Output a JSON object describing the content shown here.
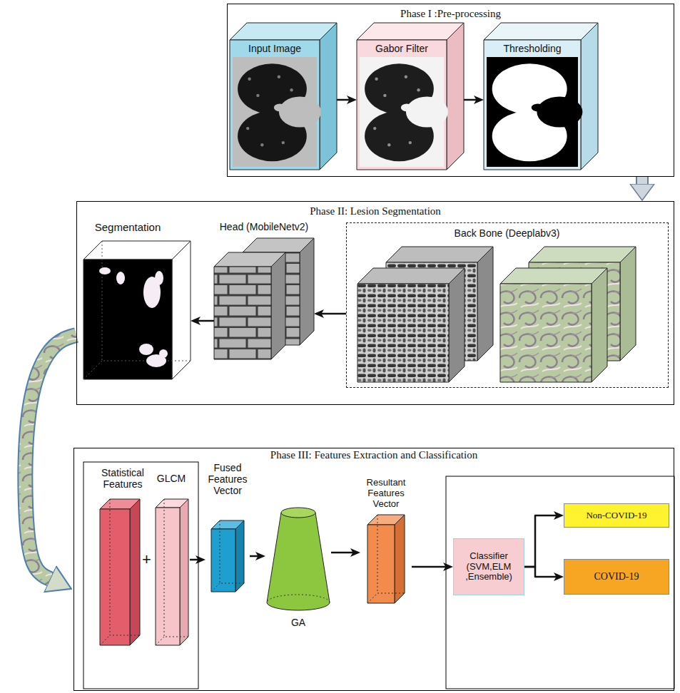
{
  "diagram": {
    "nodes": [
      {
        "text": [
          "Phase I :Pre-processing"
        ]
      },
      {
        "text": [
          "Input Image"
        ],
        "in": 0
      },
      {
        "text": [
          "Gabor Filter"
        ],
        "in": 0
      },
      {
        "text": [
          "Thresholding"
        ],
        "in": 0
      },
      {
        "text": [
          "Phase II: Lesion Segmentation"
        ]
      },
      {
        "text": [
          "Segmentation"
        ],
        "in": 4
      },
      {
        "text": [
          "Head (MobileNetv2)"
        ],
        "in": 4
      },
      {
        "text": [
          "Back Bone (Deeplabv3)"
        ],
        "in": 4
      },
      {
        "text": [
          "Phase III: Features Extraction and Classification"
        ]
      },
      {
        "text": [
          "Statistical Features"
        ],
        "in": 8
      },
      {
        "text": [
          "GLCM"
        ],
        "in": 8
      },
      {
        "text": [
          "Fused Features Vector"
        ],
        "in": 8
      },
      {
        "text": [
          "GA"
        ],
        "in": 8
      },
      {
        "text": [
          "Resultant Features Vector"
        ],
        "in": 8
      },
      {
        "text": [
          "Classifier (SVM,ELM ,Ensemble)"
        ],
        "in": 8
      },
      {
        "text": [
          "Non-COVID-19"
        ],
        "in": 8
      },
      {
        "text": [
          "COVID-19"
        ],
        "in": 8
      }
    ],
    "edges": [
      {
        "from": 1,
        "to": 2,
        "arrow": "to"
      },
      {
        "from": 2,
        "to": 3,
        "arrow": "to"
      },
      {
        "from": 0,
        "to": 4,
        "arrow": "to"
      },
      {
        "from": 7,
        "to": 6,
        "arrow": "to"
      },
      {
        "from": 6,
        "to": 5,
        "arrow": "to"
      },
      {
        "from": 4,
        "to": 8,
        "arrow": "to"
      },
      {
        "from": 10,
        "to": 11,
        "arrow": "to"
      },
      {
        "from": 11,
        "to": 12,
        "arrow": "to"
      },
      {
        "from": 12,
        "to": 13,
        "arrow": "to"
      },
      {
        "from": 13,
        "to": 14,
        "arrow": "to"
      },
      {
        "from": 14,
        "to": 15,
        "arrow": "to"
      },
      {
        "from": 14,
        "to": 16,
        "arrow": "to"
      }
    ],
    "labels": [
      "+"
    ]
  }
}
